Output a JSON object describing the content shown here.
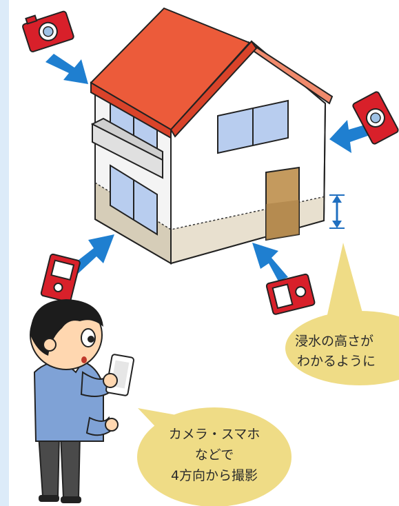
{
  "colors": {
    "side_strip": "#dcebf9",
    "roof": "#ec5b3a",
    "roof_edge": "#d9432a",
    "wall": "#ffffff",
    "flood_band": "#e8e0cf",
    "window": "#b8cdef",
    "door": "#c49a5e",
    "arrow": "#1f7fd0",
    "camera": "#d8202a",
    "bubble": "#efdc86",
    "shirt": "#7fa2d6",
    "pants": "#4a4a4a",
    "skin": "#ffd7b0",
    "hair": "#1c1c1c"
  },
  "illustration": {
    "house": "two-story-house-illustration",
    "cameras": [
      "camera-icon",
      "camera-icon",
      "camera-icon",
      "camera-icon"
    ],
    "arrows": [
      "arrow-icon",
      "arrow-icon",
      "arrow-icon",
      "arrow-icon"
    ],
    "person": "person-holding-smartphone",
    "height_marker": "height-arrow-icon"
  },
  "bubble_right": {
    "line1": "浸水の高さが",
    "line2": "わかるように"
  },
  "bubble_bottom": {
    "line1": "カメラ・スマホ",
    "line2": "などで",
    "line3": "4方向から撮影"
  }
}
